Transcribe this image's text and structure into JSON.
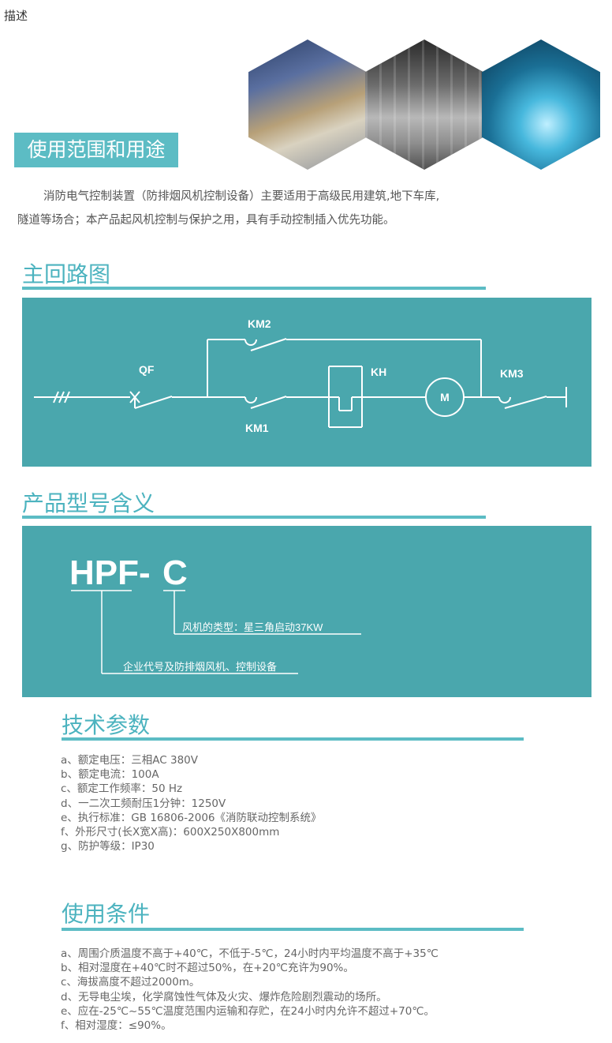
{
  "tab_label": "描述",
  "usage": {
    "banner": "使用范围和用途",
    "line1": "消防电气控制装置（防排烟风机控制设备）主要适用于高级民用建筑,地下车库,",
    "line2": "隧道等场合；本产品起风机控制与保护之用，具有手动控制插入优先功能。"
  },
  "main_circuit": {
    "title": "主回路图",
    "labels": {
      "km2": "KM2",
      "qf": "QF",
      "kh": "KH",
      "km3": "KM3",
      "km1": "KM1",
      "motor": "M"
    }
  },
  "model": {
    "title": "产品型号含义",
    "code_main": "HPF",
    "code_dash": "-",
    "code_suffix": "C",
    "desc_suffix": "风机的类型：星三角启动37KW",
    "desc_main": "企业代号及防排烟风机、控制设备"
  },
  "tech": {
    "title": "技术参数",
    "items": [
      "a、额定电压：三相AC 380V",
      "b、额定电流：100A",
      "c、额定工作频率：50 Hz",
      "d、一二次工频耐压1分钟：1250V",
      "e、执行标准：GB 16806-2006《消防联动控制系统》",
      "f、外形尺寸(长X宽X高)：600X250X800mm",
      "g、防护等级：IP30"
    ]
  },
  "conditions": {
    "title": "使用条件",
    "items": [
      "a、周围介质温度不高于+40℃，不低于-5℃，24小时内平均温度不高于+35℃",
      "b、相对湿度在+40℃时不超过50%，在+20℃充许为90%。",
      "c、海拔高度不超过2000m。",
      "d、无导电尘埃，化学腐蚀性气体及火灾、爆炸危险剧烈震动的场所。",
      "e、应在-25℃~55℃温度范围内运输和存贮，在24小时内允许不超过+70℃。",
      "f、相对湿度：≤90%。"
    ]
  },
  "colors": {
    "accent": "#5cbcc4",
    "panel": "#4aa7ad",
    "title": "#4cb3bf"
  }
}
